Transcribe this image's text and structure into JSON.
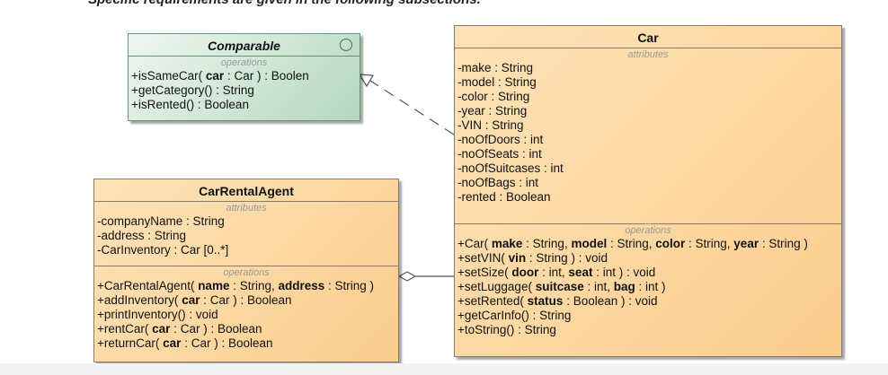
{
  "header_text": "Specific requirements are given in the following subsections.",
  "comparable": {
    "name": "Comparable",
    "ops_label": "operations",
    "operations": [
      [
        [
          "+isSameCar( ",
          ""
        ],
        [
          "car",
          "b"
        ],
        [
          " : Car ) : Boolen",
          ""
        ]
      ],
      [
        [
          "+getCategory() : String",
          ""
        ]
      ],
      [
        [
          "+isRented() : Boolean",
          ""
        ]
      ]
    ]
  },
  "car": {
    "name": "Car",
    "attr_label": "attributes",
    "attributes": [
      [
        [
          "-make : String",
          ""
        ]
      ],
      [
        [
          "-model : String",
          ""
        ]
      ],
      [
        [
          "-color : String",
          ""
        ]
      ],
      [
        [
          "-year : String",
          ""
        ]
      ],
      [
        [
          "-VIN : String",
          ""
        ]
      ],
      [
        [
          "-noOfDoors : int",
          ""
        ]
      ],
      [
        [
          "-noOfSeats : int",
          ""
        ]
      ],
      [
        [
          "-noOfSuitcases : int",
          ""
        ]
      ],
      [
        [
          "-noOfBags : int",
          ""
        ]
      ],
      [
        [
          "-rented : Boolean",
          ""
        ]
      ]
    ],
    "attr_more": "...",
    "ops_label": "operations",
    "operations": [
      [
        [
          "+Car( ",
          ""
        ],
        [
          "make",
          "b"
        ],
        [
          " : String, ",
          ""
        ],
        [
          "model",
          "b"
        ],
        [
          " : String, ",
          ""
        ],
        [
          "color",
          "b"
        ],
        [
          " : String, ",
          ""
        ],
        [
          "year",
          "b"
        ],
        [
          " : String )",
          ""
        ]
      ],
      [
        [
          "+setVIN( ",
          ""
        ],
        [
          "vin",
          "b"
        ],
        [
          " : String ) : void",
          ""
        ]
      ],
      [
        [
          "+setSize( ",
          ""
        ],
        [
          "door",
          "b"
        ],
        [
          " : int, ",
          ""
        ],
        [
          "seat",
          "b"
        ],
        [
          " : int ) : void",
          ""
        ]
      ],
      [
        [
          "+setLuggage( ",
          ""
        ],
        [
          "suitcase",
          "b"
        ],
        [
          " : int, ",
          ""
        ],
        [
          "bag",
          "b"
        ],
        [
          " : int )",
          ""
        ]
      ],
      [
        [
          "+setRented( ",
          ""
        ],
        [
          "status",
          "b"
        ],
        [
          " : Boolean ) : void",
          ""
        ]
      ],
      [
        [
          "+getCarInfo() : String",
          ""
        ]
      ],
      [
        [
          "+toString() : String",
          ""
        ]
      ]
    ]
  },
  "agent": {
    "name": "CarRentalAgent",
    "attr_label": "attributes",
    "attributes": [
      [
        [
          "-companyName : String",
          ""
        ]
      ],
      [
        [
          "-address : String",
          ""
        ]
      ],
      [
        [
          "-CarInventory : Car [0..*]",
          ""
        ]
      ]
    ],
    "ops_label": "operations",
    "operations": [
      [
        [
          "+CarRentalAgent( ",
          ""
        ],
        [
          "name",
          "b"
        ],
        [
          " : String, ",
          ""
        ],
        [
          "address",
          "b"
        ],
        [
          " : String )",
          ""
        ]
      ],
      [
        [
          "+addInventory( ",
          ""
        ],
        [
          "car",
          "b"
        ],
        [
          " : Car ) : Boolean",
          ""
        ]
      ],
      [
        [
          "+printInventory() : void",
          ""
        ]
      ],
      [
        [
          "+rentCar( ",
          ""
        ],
        [
          "car",
          "b"
        ],
        [
          " : Car ) : Boolean",
          ""
        ]
      ],
      [
        [
          "+returnCar( ",
          ""
        ],
        [
          "car",
          "b"
        ],
        [
          " : Car ) : Boolean",
          ""
        ]
      ]
    ]
  },
  "colors": {
    "class_fill": "#fbcd8e",
    "interface_fill": "#b5d8bf",
    "border": "#8a7a6a",
    "line": "#555555"
  }
}
